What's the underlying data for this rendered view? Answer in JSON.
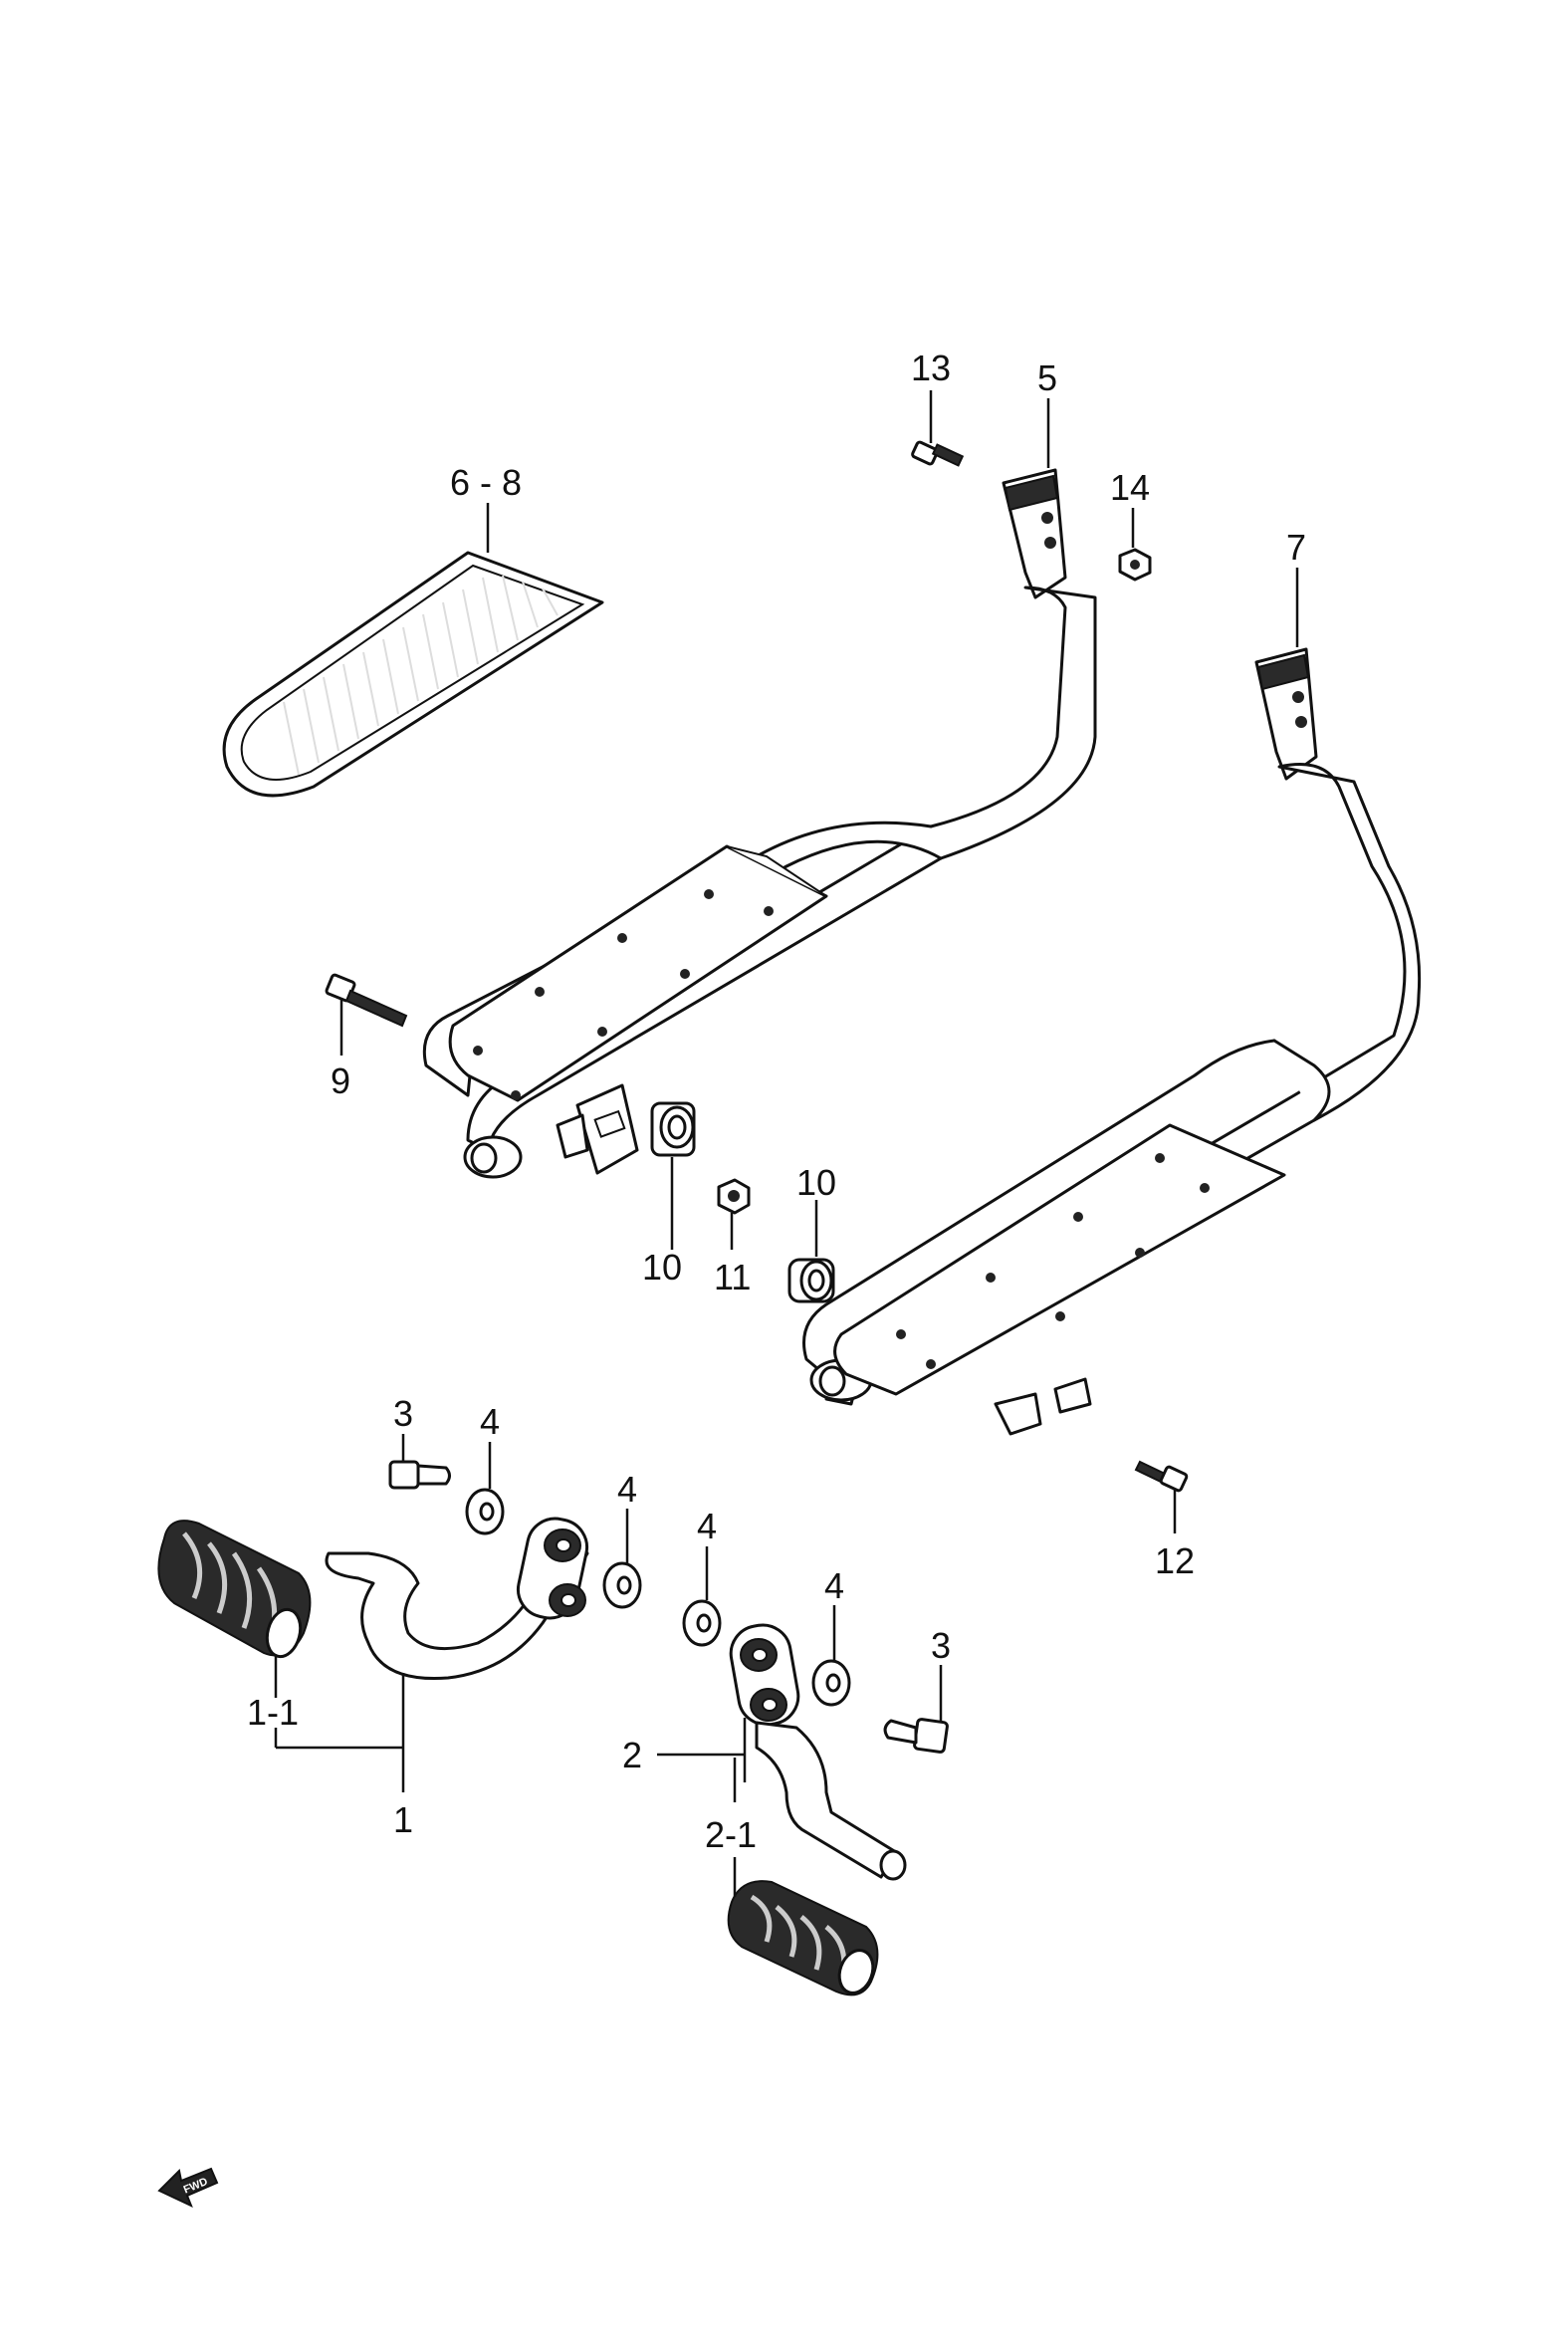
{
  "callouts": {
    "c13": "13",
    "c5": "5",
    "c14": "14",
    "c7": "7",
    "c6_8": "6 - 8",
    "c9": "9",
    "c10a": "10",
    "c11": "11",
    "c10b": "10",
    "c3a": "3",
    "c4a": "4",
    "c4b": "4",
    "c4c": "4",
    "c4d": "4",
    "c3b": "3",
    "c12": "12",
    "c1_1": "1-1",
    "c1": "1",
    "c2": "2",
    "c2_1": "2-1"
  },
  "fwd_label": "FWD",
  "colors": {
    "line": "#111111",
    "fill": "#ffffff",
    "rubber": "#2a2a2a"
  },
  "icons": [
    "fwd-arrow-icon"
  ]
}
